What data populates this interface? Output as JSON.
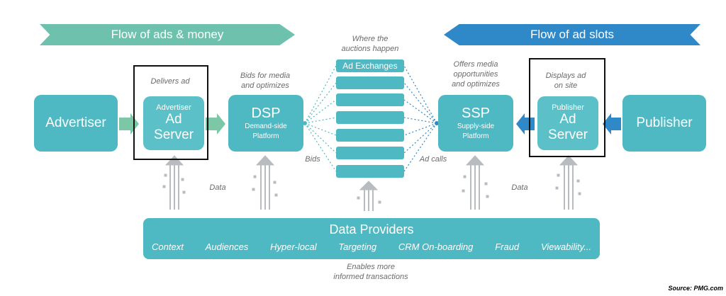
{
  "banners": {
    "left": "Flow of ads & money",
    "right": "Flow of ad slots"
  },
  "nodes": {
    "advertiser": "Advertiser",
    "advertiser_ad_server": {
      "top": "Advertiser",
      "line1": "Ad",
      "line2": "Server"
    },
    "dsp": {
      "title": "DSP",
      "sub1": "Demand-side",
      "sub2": "Platform"
    },
    "ssp": {
      "title": "SSP",
      "sub1": "Supply-side",
      "sub2": "Platform"
    },
    "publisher_ad_server": {
      "top": "Publisher",
      "line1": "Ad",
      "line2": "Server"
    },
    "publisher": "Publisher"
  },
  "exchange": {
    "label": "Ad Exchanges"
  },
  "notes": {
    "delivers_ad": "Delivers ad",
    "bids_line1": "Bids for media",
    "bids_line2": "and optimizes",
    "auctions_line1": "Where the",
    "auctions_line2": "auctions happen",
    "offers_line1": "Offers media",
    "offers_line2": "opportunities",
    "offers_line3": "and  optimizes",
    "displays_line1": "Displays ad",
    "displays_line2": "on site",
    "bids": "Bids",
    "ad_calls": "Ad calls",
    "data_left": "Data",
    "data_right": "Data",
    "enables_line1": "Enables more",
    "enables_line2": "informed transactions"
  },
  "data_providers": {
    "title": "Data Providers",
    "items": [
      "Context",
      "Audiences",
      "Hyper-local",
      "Targeting",
      "CRM On-boarding",
      "Fraud",
      "Viewability..."
    ]
  },
  "source": "Source: PMG.com",
  "colors": {
    "teal_box": "#4fb9c3",
    "green_banner": "#6ec1ad",
    "blue_banner": "#2f88c8",
    "green_arrow": "#7cc7a6",
    "blue_arrow": "#2f88c8"
  }
}
